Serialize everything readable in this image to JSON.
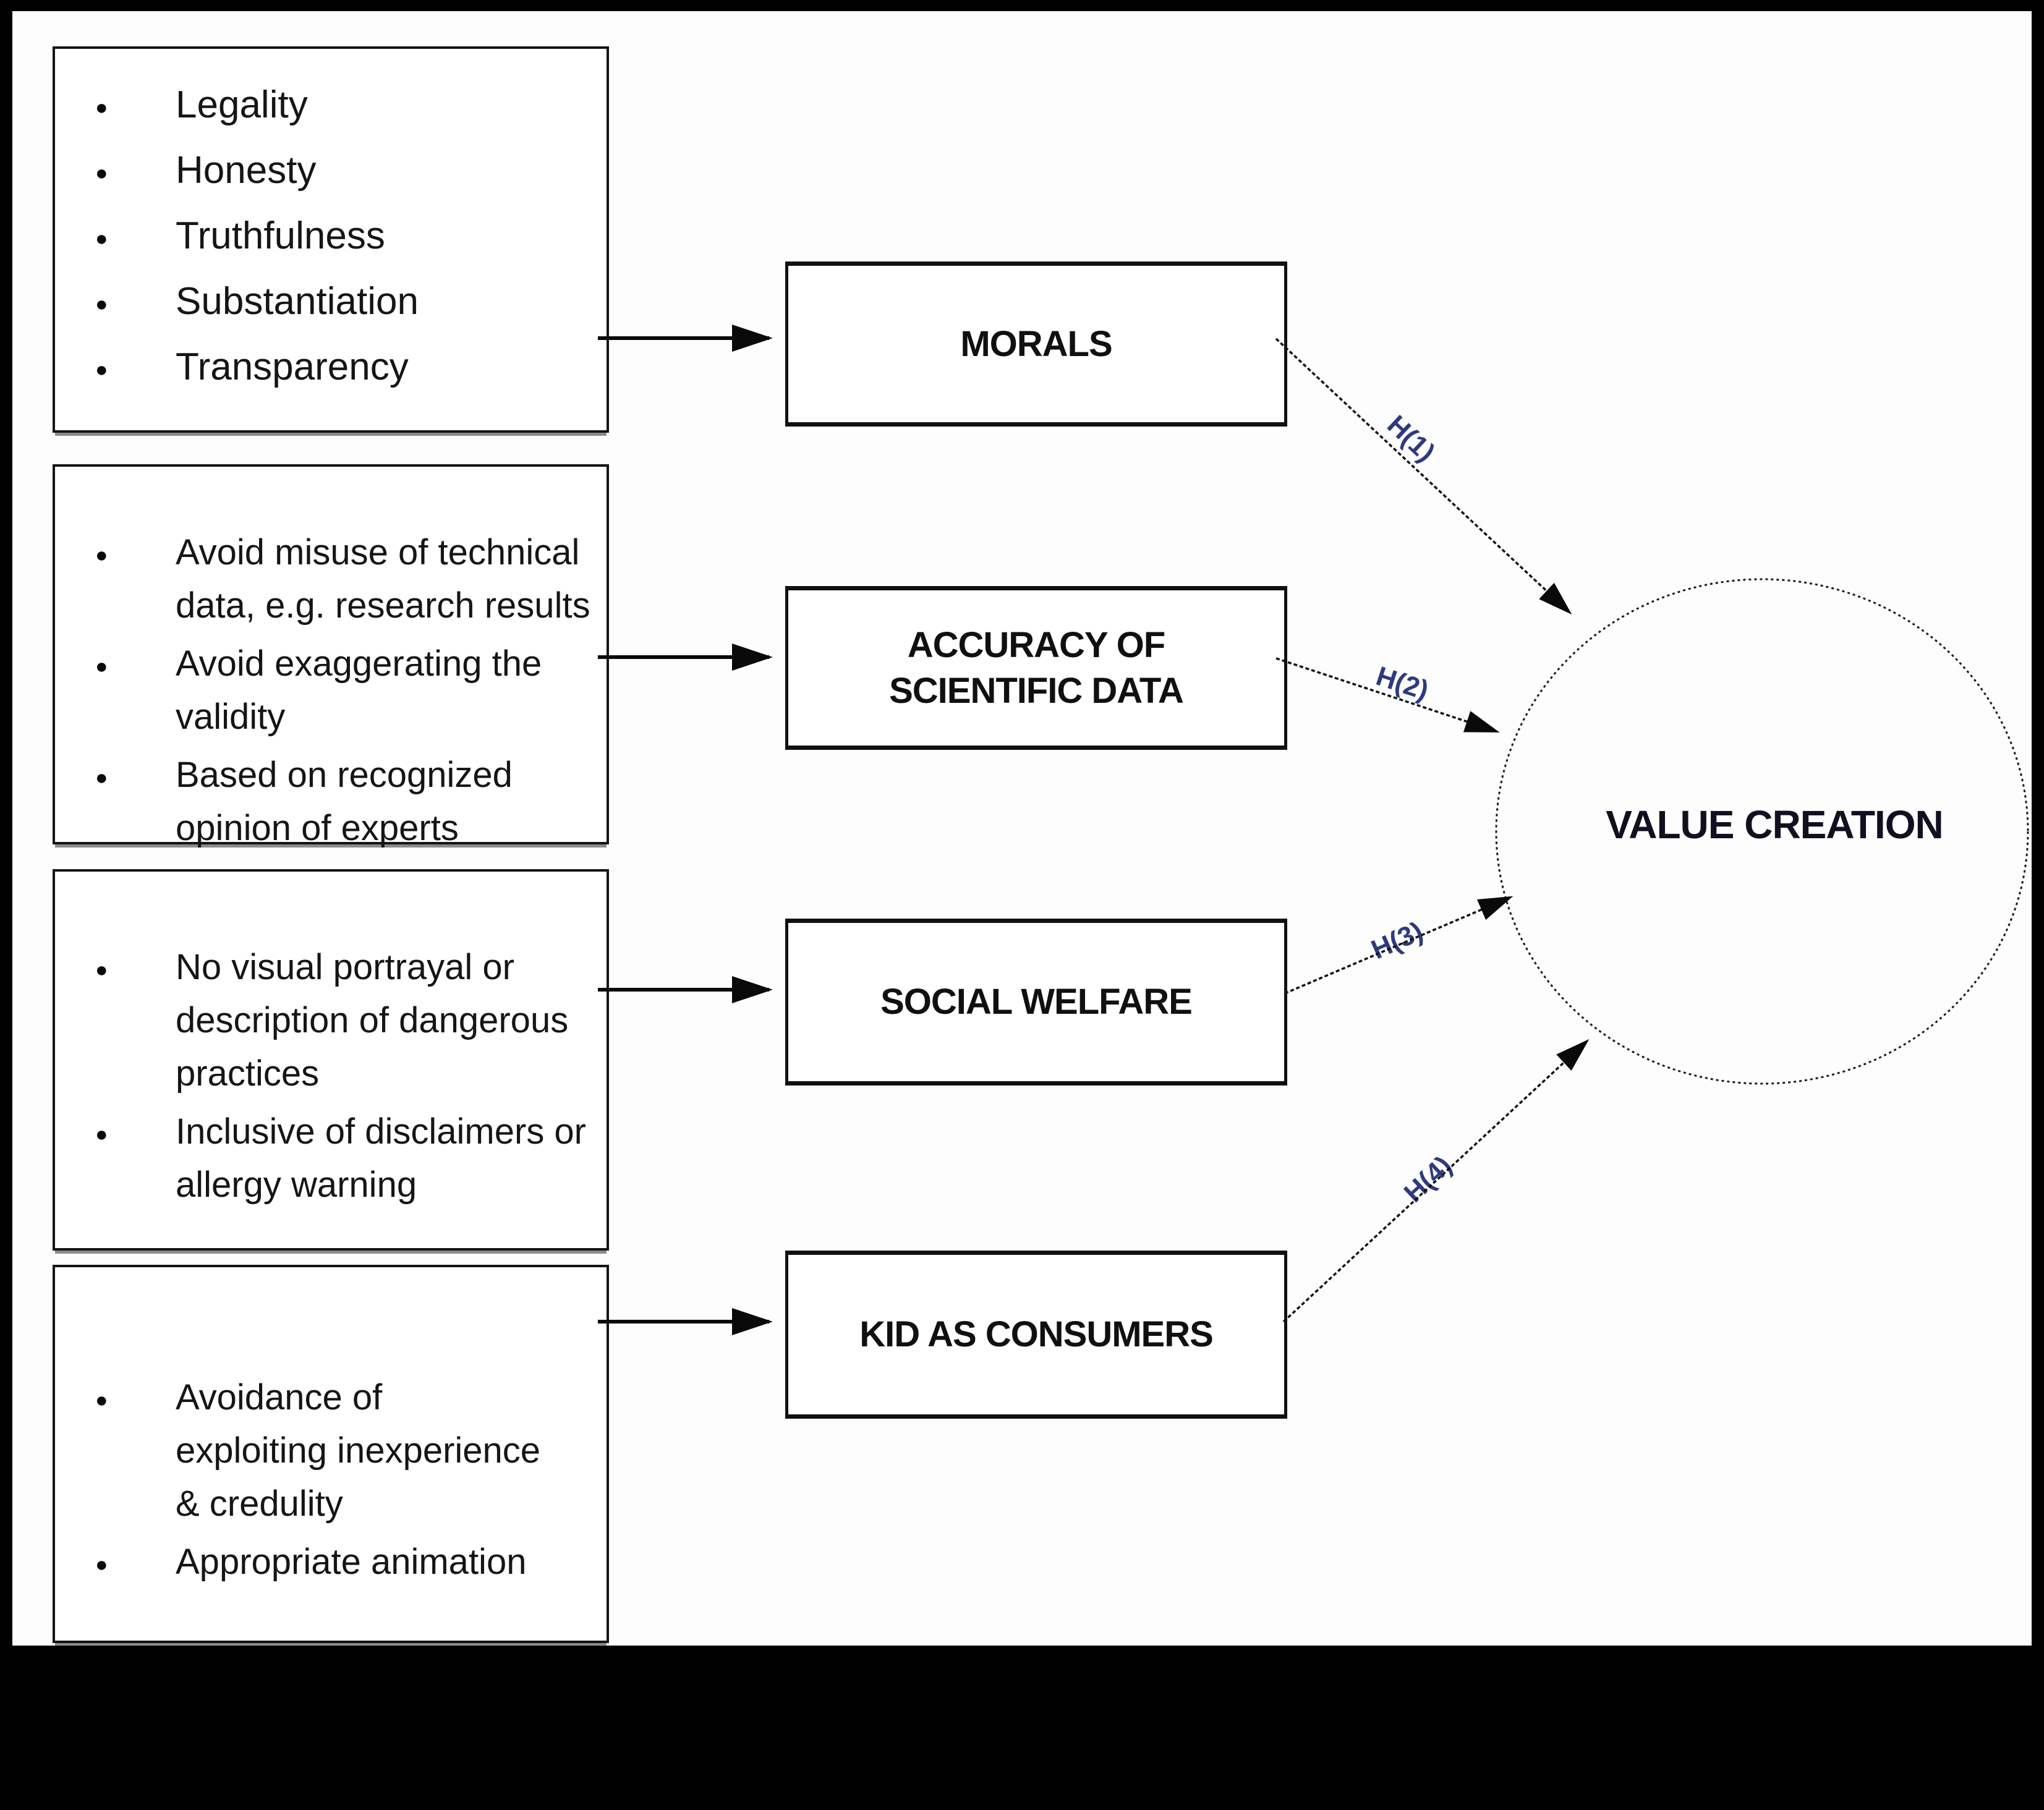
{
  "page": {
    "paper_color": "#fdfdfd",
    "border_color": "#000000",
    "ink_color": "#151515",
    "hypothesis_color": "#2e3a80"
  },
  "left_boxes": [
    {
      "items": [
        "Legality",
        "Honesty",
        "Truthfulness",
        "Substantiation",
        "Transparency"
      ]
    },
    {
      "items": [
        "Avoid misuse of technical\ndata, e.g. research results",
        "Avoid exaggerating the\nvalidity",
        "Based on recognized\nopinion of experts"
      ]
    },
    {
      "items": [
        "No visual portrayal or\ndescription of dangerous\npractices",
        "Inclusive of disclaimers or\nallergy warning"
      ]
    },
    {
      "items": [
        "Avoidance of\nexploiting inexperience\n& credulity",
        "Appropriate animation"
      ]
    }
  ],
  "mid_boxes": [
    {
      "label": "MORALS"
    },
    {
      "label": "ACCURACY OF\nSCIENTIFIC DATA"
    },
    {
      "label": "SOCIAL WELFARE"
    },
    {
      "label": "KID AS CONSUMERS"
    }
  ],
  "hypotheses": [
    {
      "label": "H(1)"
    },
    {
      "label": "H(2)"
    },
    {
      "label": "H(3)"
    },
    {
      "label": "H(4)"
    }
  ],
  "outcome": {
    "label": "VALUE CREATION"
  }
}
